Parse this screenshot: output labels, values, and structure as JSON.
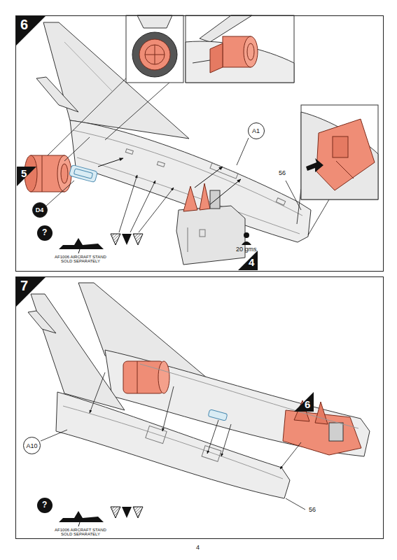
{
  "diagram": {
    "nodes": [
      {
        "text": [
          "6"
        ]
      },
      {
        "text": [
          "A1"
        ],
        "in": 0
      },
      {
        "text": [
          "D4"
        ],
        "in": 0
      },
      {
        "text": [
          "7"
        ]
      },
      {
        "text": [
          "A10"
        ],
        "in": 3
      }
    ],
    "labels": [
      "5",
      "4",
      "56",
      "20 gms",
      "?",
      "AF1006 AIRCRAFT STAND SOLD SEPARATELY",
      "6",
      "56",
      "?",
      "AF1006 AIRCRAFT STAND SOLD SEPARATELY",
      "4"
    ]
  }
}
